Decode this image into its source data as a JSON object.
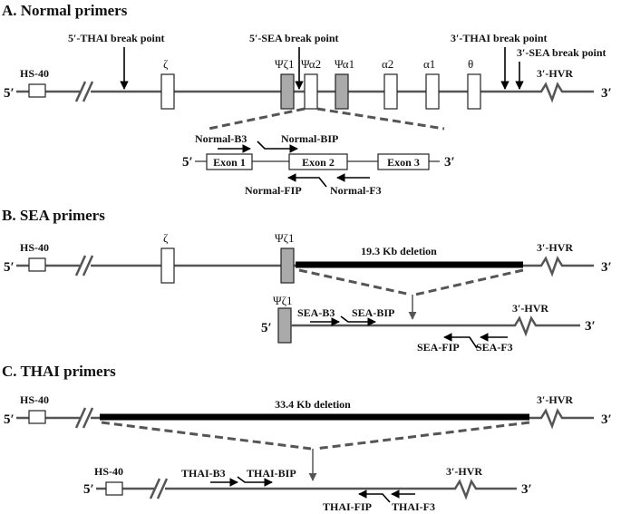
{
  "sectionA": {
    "title": "A. Normal primers",
    "end5": "5′",
    "end3": "3′",
    "hs40": "HS-40",
    "thai5": "5′-THAI break point",
    "sea5": "5′-SEA break point",
    "thai3": "3′-THAI break point",
    "sea3": "3′-SEA break point",
    "hvr": "3′-HVR",
    "genes": {
      "zeta": "ζ",
      "psizeta1": "Ψζ1",
      "psialpha2": "Ψα2",
      "psialpha1": "Ψα1",
      "alpha2": "α2",
      "alpha1": "α1",
      "theta": "θ"
    },
    "inset": {
      "end5": "5′",
      "end3": "3′",
      "exon1": "Exon 1",
      "exon2": "Exon 2",
      "exon3": "Exon 3",
      "b3": "Normal-B3",
      "bip": "Normal-BIP",
      "fip": "Normal-FIP",
      "f3": "Normal-F3"
    }
  },
  "sectionB": {
    "title": "B. SEA primers",
    "end5": "5′",
    "end3": "3′",
    "hs40": "HS-40",
    "zeta": "ζ",
    "psizeta1": "Ψζ1",
    "deletion": "19.3 Kb deletion",
    "hvr": "3′-HVR",
    "inset": {
      "end5": "5′",
      "end3": "3′",
      "psizeta1": "Ψζ1",
      "hvr": "3′-HVR",
      "b3": "SEA-B3",
      "bip": "SEA-BIP",
      "fip": "SEA-FIP",
      "f3": "SEA-F3"
    }
  },
  "sectionC": {
    "title": "C. THAI primers",
    "end5": "5′",
    "end3": "3′",
    "hs40": "HS-40",
    "deletion": "33.4 Kb deletion",
    "hvr": "3′-HVR",
    "inset": {
      "end5": "5′",
      "end3": "3′",
      "hs40": "HS-40",
      "hvr": "3′-HVR",
      "b3": "THAI-B3",
      "bip": "THAI-BIP",
      "fip": "THAI-FIP",
      "f3": "THAI-F3"
    }
  }
}
